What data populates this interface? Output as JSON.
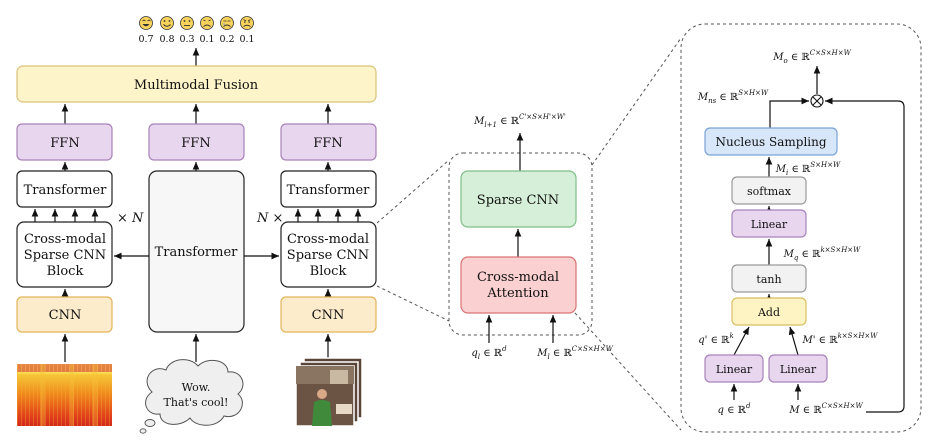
{
  "emotions": {
    "scores": [
      "0.7",
      "0.8",
      "0.3",
      "0.1",
      "0.2",
      "0.1"
    ],
    "faces": [
      "laughing-face-icon",
      "smiling-face-icon",
      "neutral-face-icon",
      "frowning-face-icon",
      "crying-face-icon",
      "angry-face-icon"
    ]
  },
  "left": {
    "fusion": "Multimodal Fusion",
    "ffn": "FFN",
    "transformer_small": "Transformer",
    "transformer_center": "Transformer",
    "cross_modal_line1": "Cross-modal",
    "cross_modal_line2": "Sparse CNN",
    "cross_modal_line3": "Block",
    "cnn": "CNN",
    "repeat_right": "× N",
    "repeat_left": "N ×",
    "bubble_line1": "Wow.",
    "bubble_line2": "That's cool!"
  },
  "middle": {
    "output": "M_{l+1} ∈ ℝ^{C'×S×H'×W'}",
    "sparse_cnn": "Sparse CNN",
    "attention_line1": "Cross-modal",
    "attention_line2": "Attention",
    "input_q": "q_l ∈ ℝ^d",
    "input_m": "M_l ∈ ℝ^{C×S×H×W}"
  },
  "right": {
    "out_label": "M_o ∈ ℝ^{C×S×H×W}",
    "mns_label": "M_ns ∈ ℝ^{S×H×W}",
    "nucleus": "Nucleus Sampling",
    "mi_label": "M_i ∈ ℝ^{S×H×W}",
    "softmax": "softmax",
    "linear": "Linear",
    "mq_label": "M_q ∈ ℝ^{k×S×H×W}",
    "tanh": "tanh",
    "add": "Add",
    "qprime_label": "q' ∈ ℝ^k",
    "mprime_label": "M' ∈ ℝ^{k×S×H×W}",
    "linear_left": "Linear",
    "linear_right": "Linear",
    "q_label": "q ∈ ℝ^d",
    "m_label": "M ∈ ℝ^{C×S×H×W}"
  },
  "colors": {
    "fusion_fill": "#fdf4c9",
    "fusion_stroke": "#d9c27a",
    "ffn_fill": "#e8d6ee",
    "ffn_stroke": "#a882b8",
    "cnn_fill": "#fdeccc",
    "cnn_stroke": "#e3b45b",
    "sparse_fill": "#d6efd8",
    "sparse_stroke": "#7fbf87",
    "attn_fill": "#fbd0d0",
    "attn_stroke": "#d97373",
    "nucleus_fill": "#d7e6f8",
    "nucleus_stroke": "#7ba3d6",
    "add_fill": "#fdf3c3",
    "add_stroke": "#d8bf63",
    "gray_fill": "#f2f2f2",
    "gray_stroke": "#9a9a9a"
  }
}
